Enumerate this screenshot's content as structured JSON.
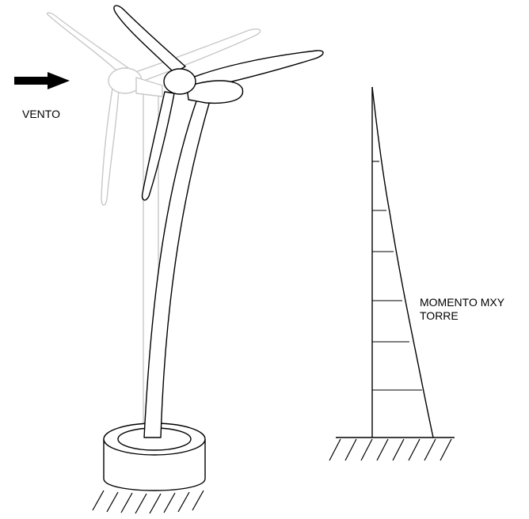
{
  "labels": {
    "wind": "VENTO",
    "moment_line1": "MOMENTO MXY",
    "moment_line2": "TORRE"
  },
  "colors": {
    "ink": "#000000",
    "ghost": "#c8c8c8",
    "background": "#ffffff"
  },
  "icons": {
    "wind_arrow": "arrow-right-icon",
    "ground": "ground-hatch-icon"
  }
}
